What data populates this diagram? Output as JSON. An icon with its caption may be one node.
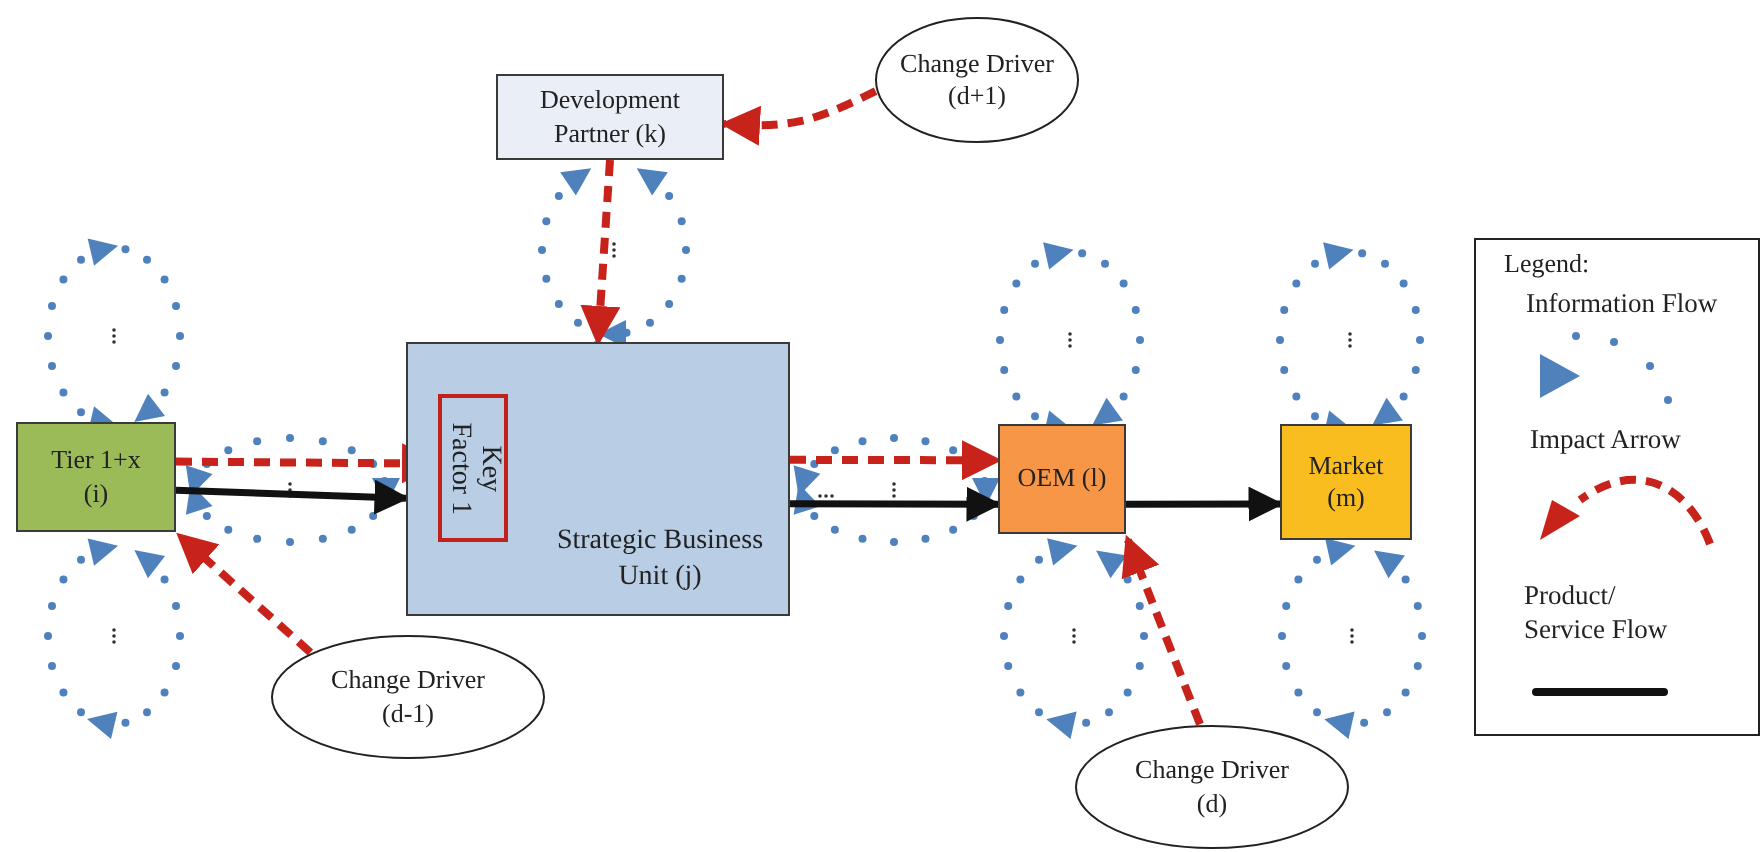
{
  "diagram": {
    "nodes": [
      {
        "text": [
          "Development Partner (k)"
        ]
      },
      {
        "text": [
          "Change Driver (d+1)"
        ]
      },
      {
        "text": [
          "Tier 1+x (i)"
        ]
      },
      {
        "text": [
          "Strategic Business Unit (j)"
        ]
      },
      {
        "text": [
          "Key Factor 1"
        ],
        "in": 3
      },
      {
        "text": [
          "OEM (l)"
        ]
      },
      {
        "text": [
          "Market (m)"
        ]
      },
      {
        "text": [
          "Change Driver (d-1)"
        ]
      },
      {
        "text": [
          "Change Driver (d)"
        ]
      }
    ],
    "edges": [
      {
        "from": 1,
        "to": 0,
        "arrow": "to",
        "style": "dashed"
      },
      {
        "from": 0,
        "to": 3,
        "arrow": "to",
        "style": "dashed"
      },
      {
        "from": 2,
        "to": 4,
        "arrow": "to",
        "style": "dashed"
      },
      {
        "from": 3,
        "to": 5,
        "arrow": "to",
        "style": "dashed"
      },
      {
        "from": 7,
        "to": 2,
        "arrow": "to",
        "style": "dashed"
      },
      {
        "from": 8,
        "to": 5,
        "arrow": "to",
        "style": "dashed"
      },
      {
        "from": 2,
        "to": 3,
        "arrow": "to",
        "color": "#111111"
      },
      {
        "from": 3,
        "to": 5,
        "arrow": "to",
        "color": "#111111"
      },
      {
        "from": 5,
        "to": 6,
        "arrow": "to",
        "color": "#111111"
      }
    ],
    "labels": [
      "Legend:"
    ],
    "legend": [
      {
        "text": "Information Flow"
      },
      {
        "text": "Impact Arrow"
      },
      {
        "text": "Product/ Service Flow"
      }
    ]
  }
}
